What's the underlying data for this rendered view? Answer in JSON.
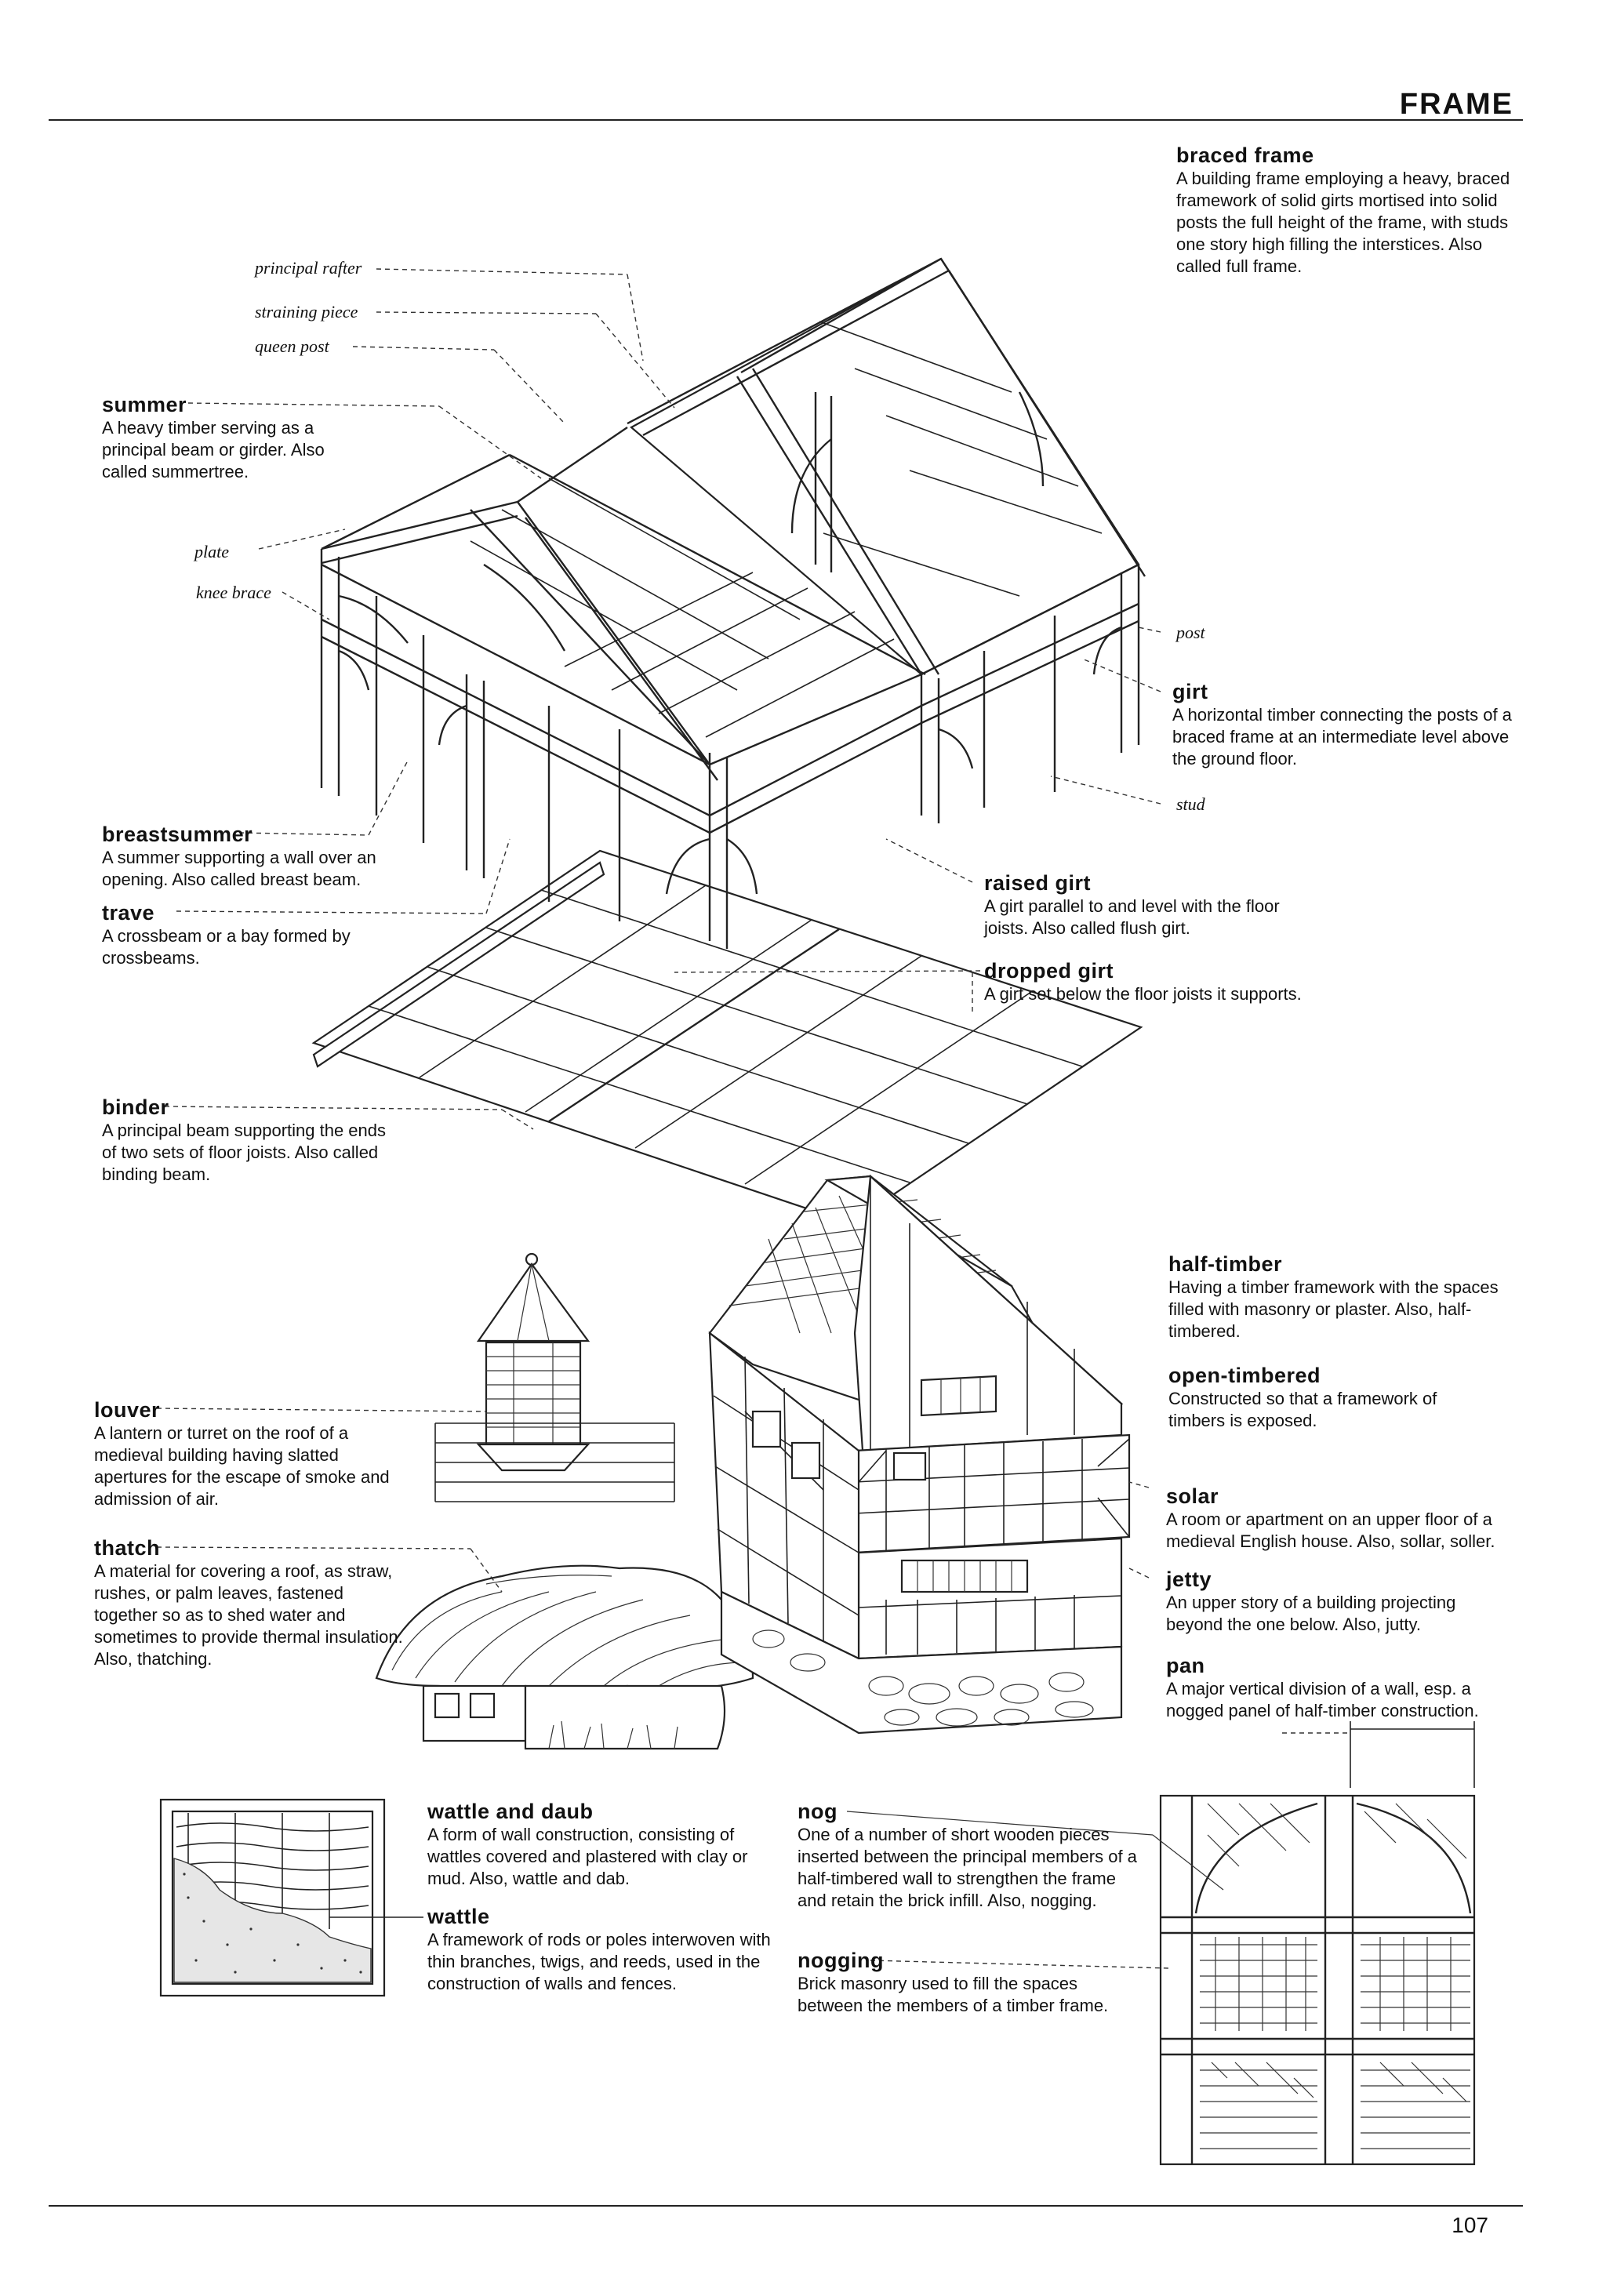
{
  "header": {
    "title": "FRAME"
  },
  "page_number": "107",
  "frame_labels": {
    "principal_rafter": "principal rafter",
    "straining_piece": "straining piece",
    "queen_post": "queen post",
    "plate": "plate",
    "knee_brace": "knee brace",
    "post": "post",
    "stud": "stud"
  },
  "entries": {
    "braced_frame": {
      "term": "braced frame",
      "definition": "A building frame employing a heavy, braced framework of solid girts mortised into solid posts the full height of the frame, with studs one story high filling the interstices. Also called full frame."
    },
    "summer": {
      "term": "summer",
      "definition": "A heavy timber serving as a principal beam or girder. Also called summertree."
    },
    "girt": {
      "term": "girt",
      "definition": "A horizontal timber connecting the posts of a braced frame at an intermediate level above the ground floor."
    },
    "breastsummer": {
      "term": "breastsummer",
      "definition": "A summer supporting a wall over an opening. Also called breast beam."
    },
    "trave": {
      "term": "trave",
      "definition": "A crossbeam or a bay formed by crossbeams."
    },
    "raised_girt": {
      "term": "raised girt",
      "definition": "A girt parallel to and level with the floor joists. Also called flush girt."
    },
    "dropped_girt": {
      "term": "dropped girt",
      "definition": "A girt set below the floor joists it supports."
    },
    "binder": {
      "term": "binder",
      "definition": "A principal beam supporting the ends of two sets of floor joists. Also called binding beam."
    },
    "half_timber": {
      "term": "half-timber",
      "definition": "Having a timber framework with the spaces filled with masonry or plaster. Also, half-timbered."
    },
    "open_timbered": {
      "term": "open-timbered",
      "definition": "Constructed so that a framework of timbers is exposed."
    },
    "louver": {
      "term": "louver",
      "definition": "A lantern or turret on the roof of a medieval building having slatted apertures for the escape of smoke and admission of air."
    },
    "solar": {
      "term": "solar",
      "definition": "A room or apartment on an upper floor of a medieval English house. Also, sollar, soller."
    },
    "thatch": {
      "term": "thatch",
      "definition": "A material for covering a roof, as straw, rushes, or palm leaves, fastened together so as to shed water and sometimes to provide thermal insulation. Also, thatching."
    },
    "jetty": {
      "term": "jetty",
      "definition": "An upper story of a building projecting beyond the one below. Also, jutty."
    },
    "pan": {
      "term": "pan",
      "definition": "A major vertical division of a wall, esp. a nogged panel of half-timber construction."
    },
    "wattle_and_daub": {
      "term": "wattle and daub",
      "definition": "A form of wall construction, consisting of wattles covered and plastered with clay or mud. Also, wattle and dab."
    },
    "wattle": {
      "term": "wattle",
      "definition": "A framework of rods or poles interwoven with thin branches, twigs, and reeds, used in the construction of walls and fences."
    },
    "nog": {
      "term": "nog",
      "definition": "One of a number of short wooden pieces inserted between the principal members of a half-timbered wall to strengthen the frame and retain the brick infill. Also, nogging."
    },
    "nogging": {
      "term": "nogging",
      "definition": "Brick masonry used to fill the spaces between the members of a timber frame."
    }
  }
}
